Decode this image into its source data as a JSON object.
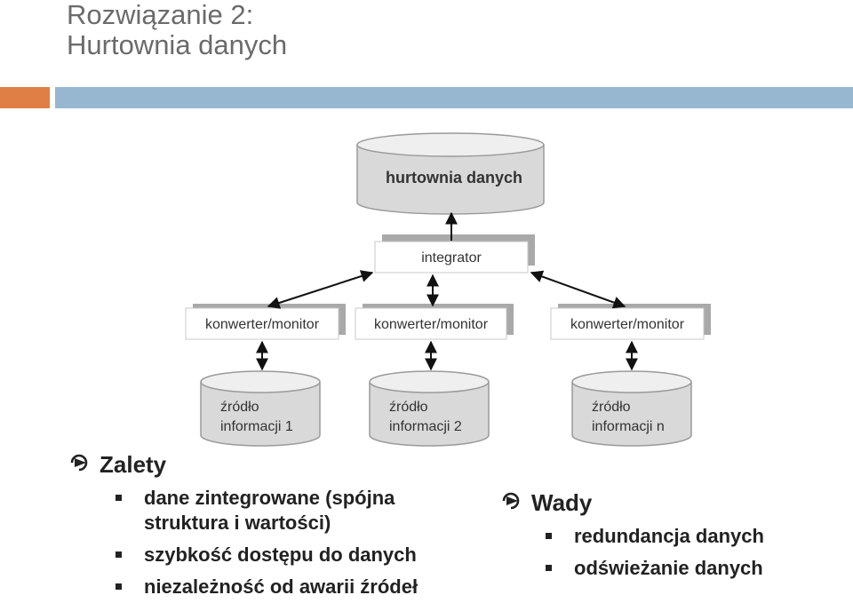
{
  "title": {
    "line1": "Rozwiązanie 2:",
    "line2": "Hurtownia danych"
  },
  "diagram": {
    "warehouse_label": "hurtownia danych",
    "integrator_label": "integrator",
    "converter_label": "konwerter/monitor",
    "sources": [
      {
        "line1": "źródło",
        "line2": "informacji 1"
      },
      {
        "line1": "źródło",
        "line2": "informacji 2"
      },
      {
        "line1": "źródło",
        "line2": "informacji n"
      }
    ]
  },
  "pros": {
    "heading": "Zalety",
    "items": [
      {
        "line1": "dane zintegrowane (spójna",
        "line2": "struktura i wartości)"
      },
      {
        "line1": "szybkość dostępu do danych",
        "line2": ""
      },
      {
        "line1": "niezależność od awarii źródeł",
        "line2": ""
      }
    ]
  },
  "cons": {
    "heading": "Wady",
    "items": [
      "redundancja danych",
      "odświeżanie danych"
    ]
  },
  "colors": {
    "accent_orange": "#e07f45",
    "accent_blue": "#97b7d1",
    "cylinder_fill": "#dcdcdc",
    "box_shadow": "#a9a9a9"
  },
  "icons": {
    "section_marker": "curved-arrow-icon",
    "list_marker": "square-bullet-icon"
  }
}
